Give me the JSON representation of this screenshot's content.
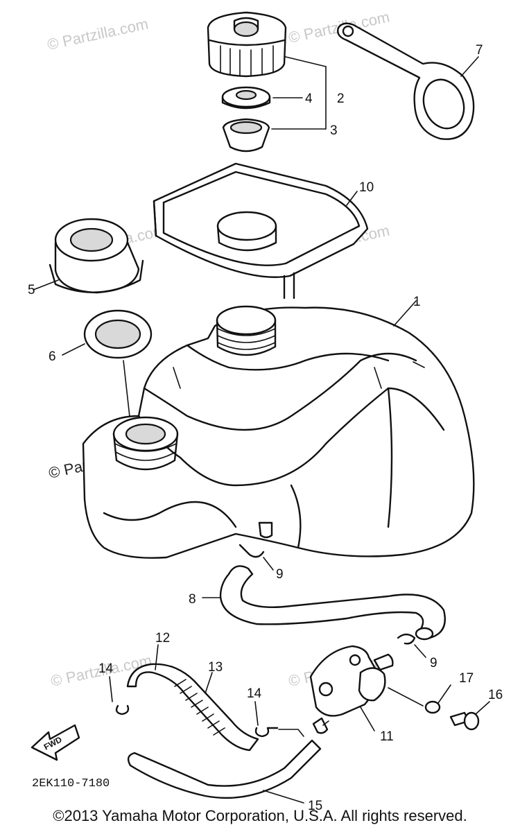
{
  "watermark": "© Partzilla.com",
  "diagram_code": "2EK110-7180",
  "fwd_label": "FWD",
  "callouts": [
    "1",
    "2",
    "3",
    "4",
    "5",
    "6",
    "7",
    "8",
    "9",
    "9",
    "10",
    "11",
    "12",
    "13",
    "14",
    "14",
    "15",
    "16",
    "17"
  ],
  "footer": "©2013  Yamaha Motor Corporation, U.S.A. All rights reserved."
}
